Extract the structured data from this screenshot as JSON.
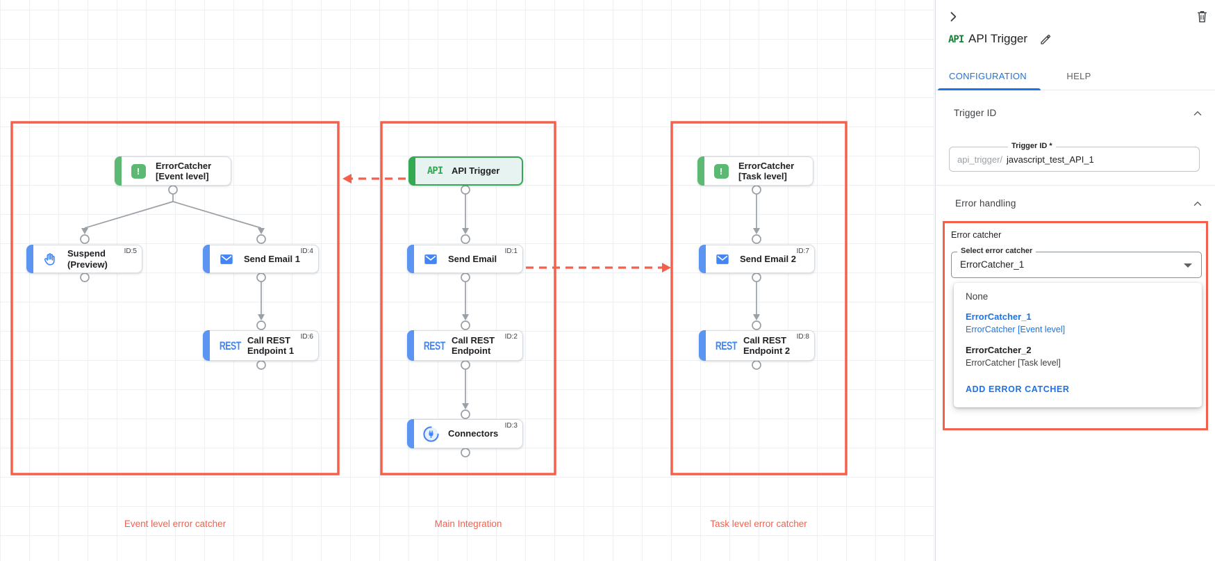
{
  "colors": {
    "highlight_red": "#F4604C",
    "error_dot_red": "#C5221F",
    "trigger_green": "#34A853",
    "catcher_green": "#5BB974",
    "task_blue": "#4285F4",
    "link_blue": "#1A73E8"
  },
  "canvas": {
    "region_labels": [
      "Event level error catcher",
      "Main Integration",
      "Task level error catcher"
    ],
    "rest_icon_text": "REST",
    "nodes": {
      "ec_event": {
        "line1": "ErrorCatcher",
        "line2": "[Event level]",
        "id": ""
      },
      "suspend": {
        "line1": "Suspend",
        "line2": "(Preview)",
        "id": "ID:5"
      },
      "send_email_1": {
        "line1": "Send Email 1",
        "line2": "",
        "id": "ID:4"
      },
      "rest_1": {
        "line1": "Call REST",
        "line2": "Endpoint 1",
        "id": "ID:6"
      },
      "api_trigger": {
        "line1": "API Trigger",
        "line2": "",
        "id": "",
        "icon_text": "API"
      },
      "send_email": {
        "line1": "Send Email",
        "line2": "",
        "id": "ID:1"
      },
      "rest": {
        "line1": "Call REST",
        "line2": "Endpoint",
        "id": "ID:2"
      },
      "connectors": {
        "line1": "Connectors",
        "line2": "",
        "id": "ID:3"
      },
      "ec_task": {
        "line1": "ErrorCatcher",
        "line2": "[Task level]",
        "id": ""
      },
      "send_email_2": {
        "line1": "Send Email 2",
        "line2": "",
        "id": "ID:7"
      },
      "rest_2": {
        "line1": "Call REST",
        "line2": "Endpoint 2",
        "id": "ID:8"
      }
    }
  },
  "panel": {
    "badge": "API",
    "title": "API Trigger",
    "tabs": {
      "configuration": "CONFIGURATION",
      "help": "HELP"
    },
    "trigger_id": {
      "header": "Trigger ID",
      "field_label": "Trigger ID *",
      "prefix": "api_trigger/",
      "value": "javascript_test_API_1"
    },
    "error_handling": {
      "header": "Error handling",
      "group_label": "Error catcher",
      "select_label": "Select error catcher",
      "select_value": "ErrorCatcher_1",
      "menu": {
        "none": "None",
        "option1_title": "ErrorCatcher_1",
        "option1_subtitle": "ErrorCatcher [Event level]",
        "option2_title": "ErrorCatcher_2",
        "option2_subtitle": "ErrorCatcher [Task level]",
        "add_label": "ADD ERROR CATCHER"
      }
    }
  }
}
